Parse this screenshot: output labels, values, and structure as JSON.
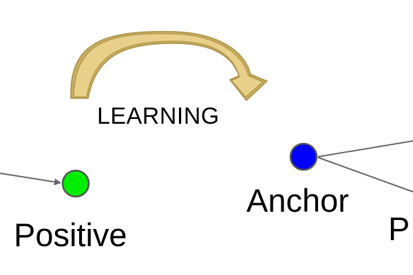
{
  "labels": {
    "learning": "LEARNING",
    "anchor": "Anchor",
    "positive": "Positive",
    "right_partial": "P"
  },
  "nodes": {
    "anchor": {
      "color": "#0000ff",
      "stroke": "#555555"
    },
    "positive": {
      "color": "#00ee00",
      "stroke": "#555555"
    }
  },
  "colors": {
    "edge": "#666666",
    "learning_arrow_fill": "#e8d08a",
    "learning_arrow_stroke": "#b59a4c",
    "learning_arrow_shadow": "#c9ad62"
  }
}
